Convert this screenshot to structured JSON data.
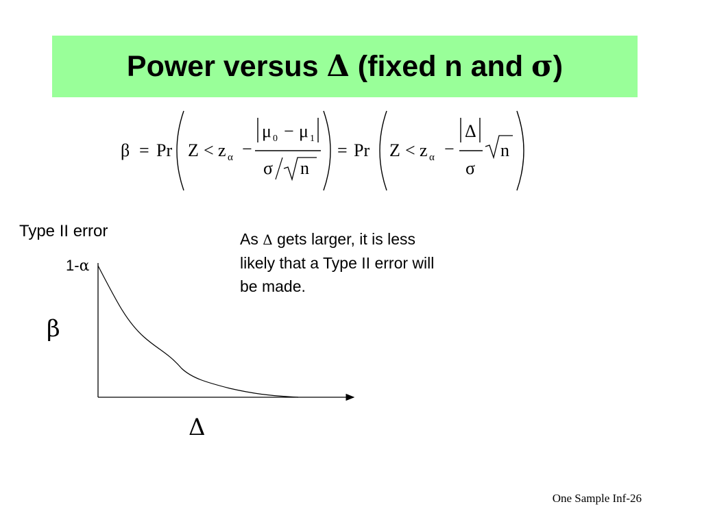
{
  "slide": {
    "title_prefix": "Power versus ",
    "title_delta": "Δ",
    "title_mid": " (fixed n and ",
    "title_sigma": "σ",
    "title_suffix": ")",
    "footer": "One Sample Inf-26"
  },
  "formula": {
    "beta": "β",
    "equals": "=",
    "pr": "Pr",
    "z": "Z",
    "lt": "<",
    "z_small": "z",
    "alpha_sub": "α",
    "minus": "−",
    "mu0": "μ",
    "sub0": "0",
    "mu1": "μ",
    "sub1": "1",
    "sigma": "σ",
    "n": "n",
    "delta": "Δ"
  },
  "graph": {
    "y_label": "Type II error",
    "y_tick_prefix": "1-",
    "y_tick_alpha": "α",
    "y_symbol": "β",
    "x_symbol": "Δ",
    "note_prefix": "As ",
    "note_delta": "Δ",
    "note_suffix": " gets larger, it is less likely that a Type II error will be made.",
    "curve_color": "#000000"
  },
  "colors": {
    "title_background": "#99ff99",
    "background": "#ffffff"
  }
}
